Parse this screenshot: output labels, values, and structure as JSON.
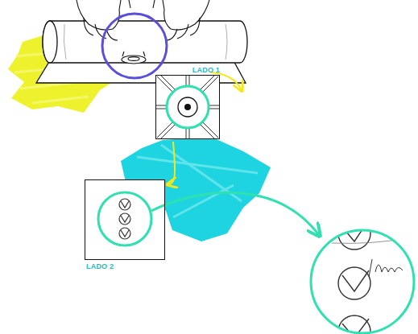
{
  "diagram": {
    "nodes": [
      {
        "text": [
          "LADO 1"
        ]
      },
      {
        "text": [
          "LADO 2"
        ]
      }
    ],
    "edges": [
      {
        "from": 0,
        "to": 1,
        "arrow": "to"
      }
    ]
  }
}
